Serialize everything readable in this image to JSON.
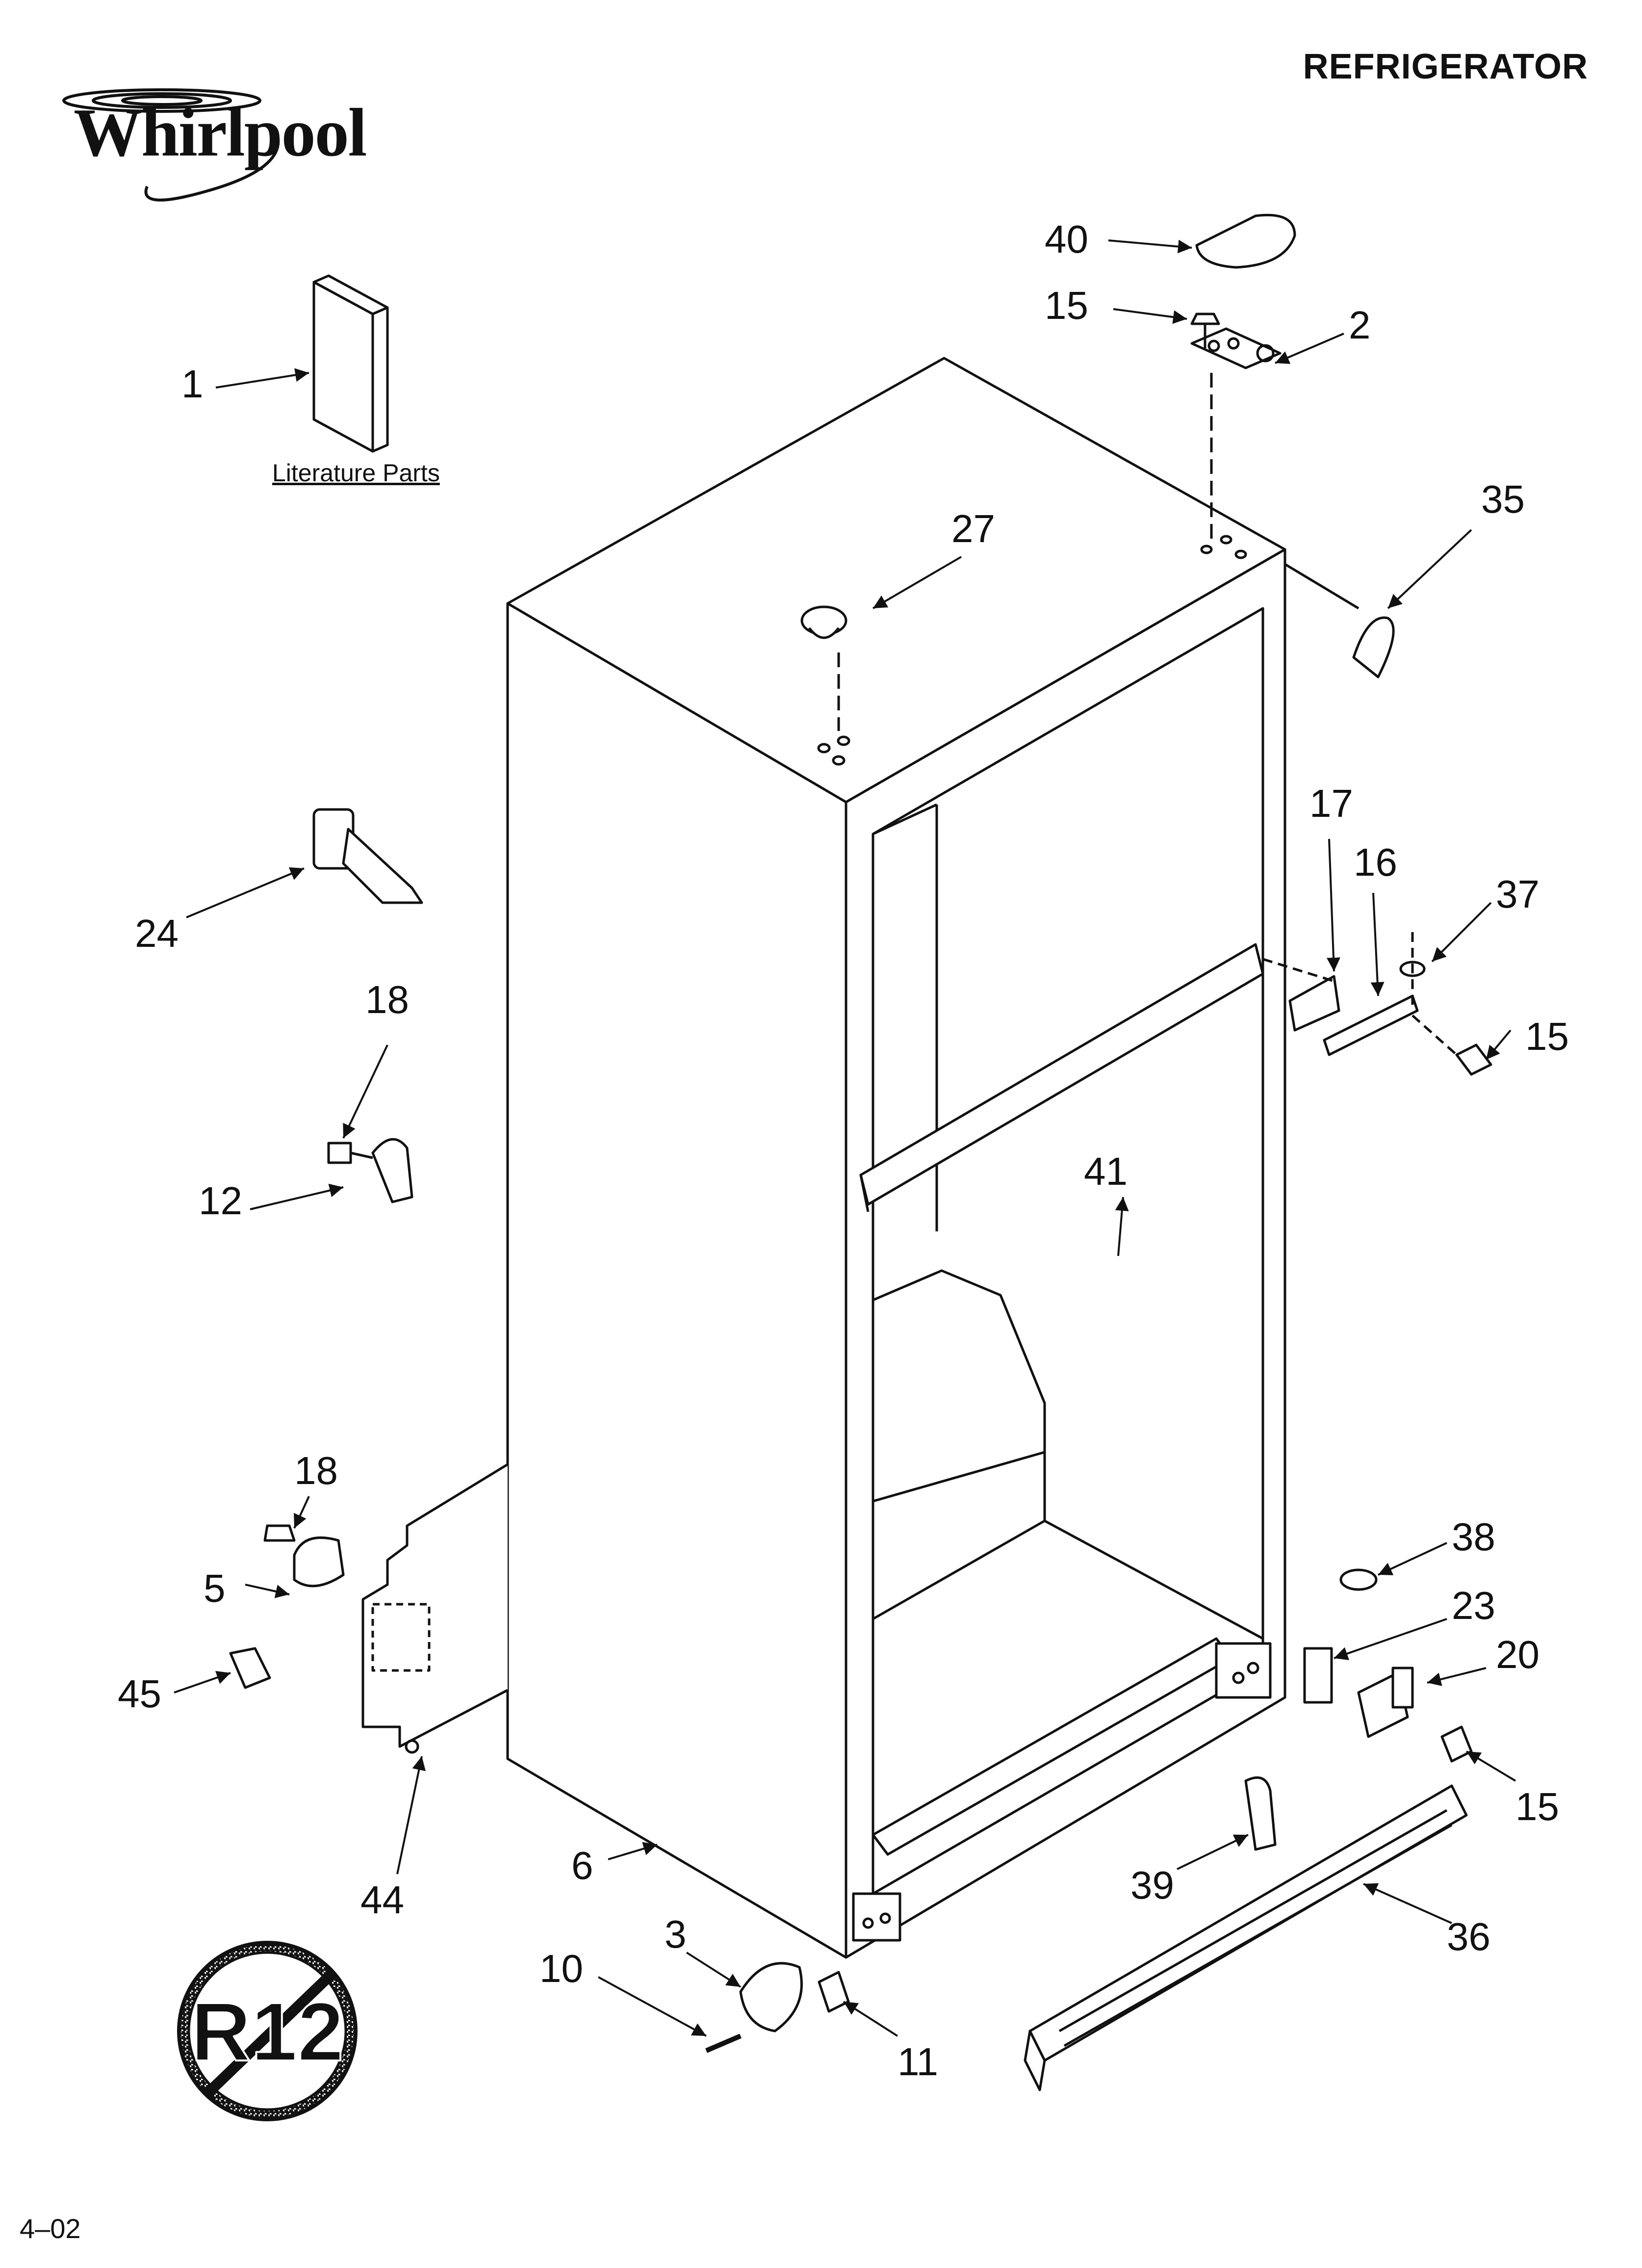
{
  "header": {
    "brand": "Whirlpool",
    "title": "REFRIGERATOR"
  },
  "footer": {
    "code": "4–02"
  },
  "literature_label": "Literature Parts",
  "badge": {
    "text": "R12",
    "meaning": "no-cfc-symbol"
  },
  "callouts": {
    "c1": "1",
    "c2": "2",
    "c3": "3",
    "c5": "5",
    "c6": "6",
    "c10": "10",
    "c11": "11",
    "c12": "12",
    "c15a": "15",
    "c15b": "15",
    "c15c": "15",
    "c16": "16",
    "c17": "17",
    "c18a": "18",
    "c18b": "18",
    "c20": "20",
    "c23": "23",
    "c24": "24",
    "c27": "27",
    "c35": "35",
    "c36": "36",
    "c37": "37",
    "c38": "38",
    "c39": "39",
    "c40": "40",
    "c41": "41",
    "c44": "44",
    "c45": "45"
  },
  "colors": {
    "line": "#111111",
    "background": "#ffffff"
  }
}
